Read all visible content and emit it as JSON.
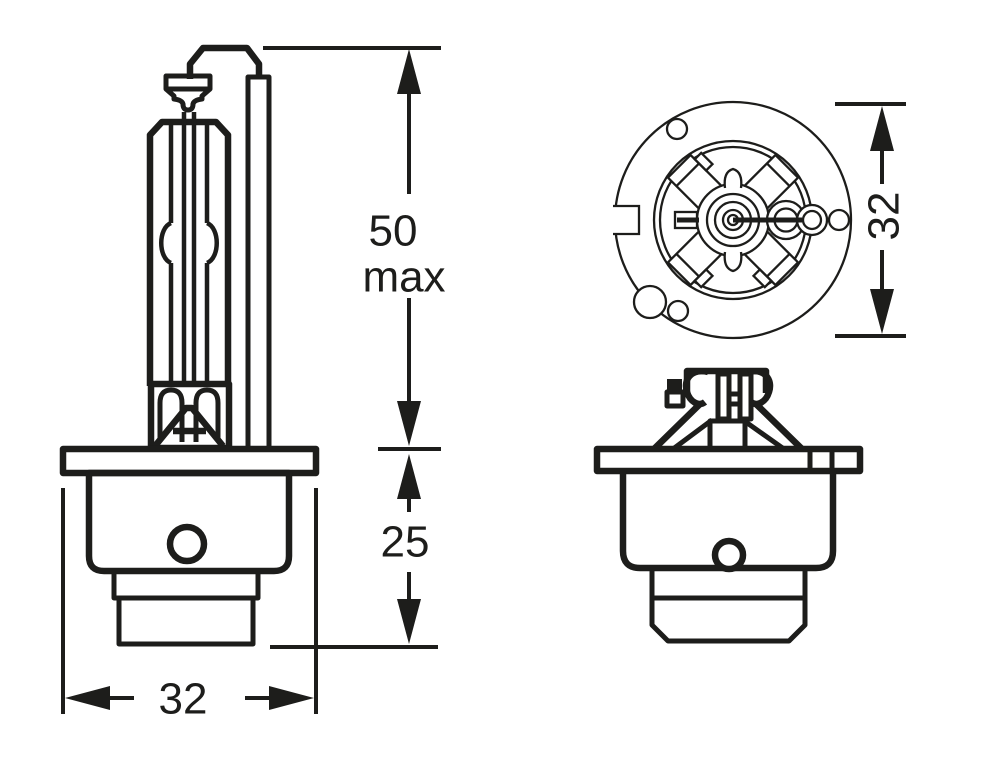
{
  "dimensions": {
    "tube_height": "50",
    "tube_height_qualifier": "max",
    "base_height": "25",
    "base_width": "32",
    "cap_diameter": "32"
  },
  "colors": {
    "line": "#1d1d1b",
    "background": "#ffffff"
  }
}
